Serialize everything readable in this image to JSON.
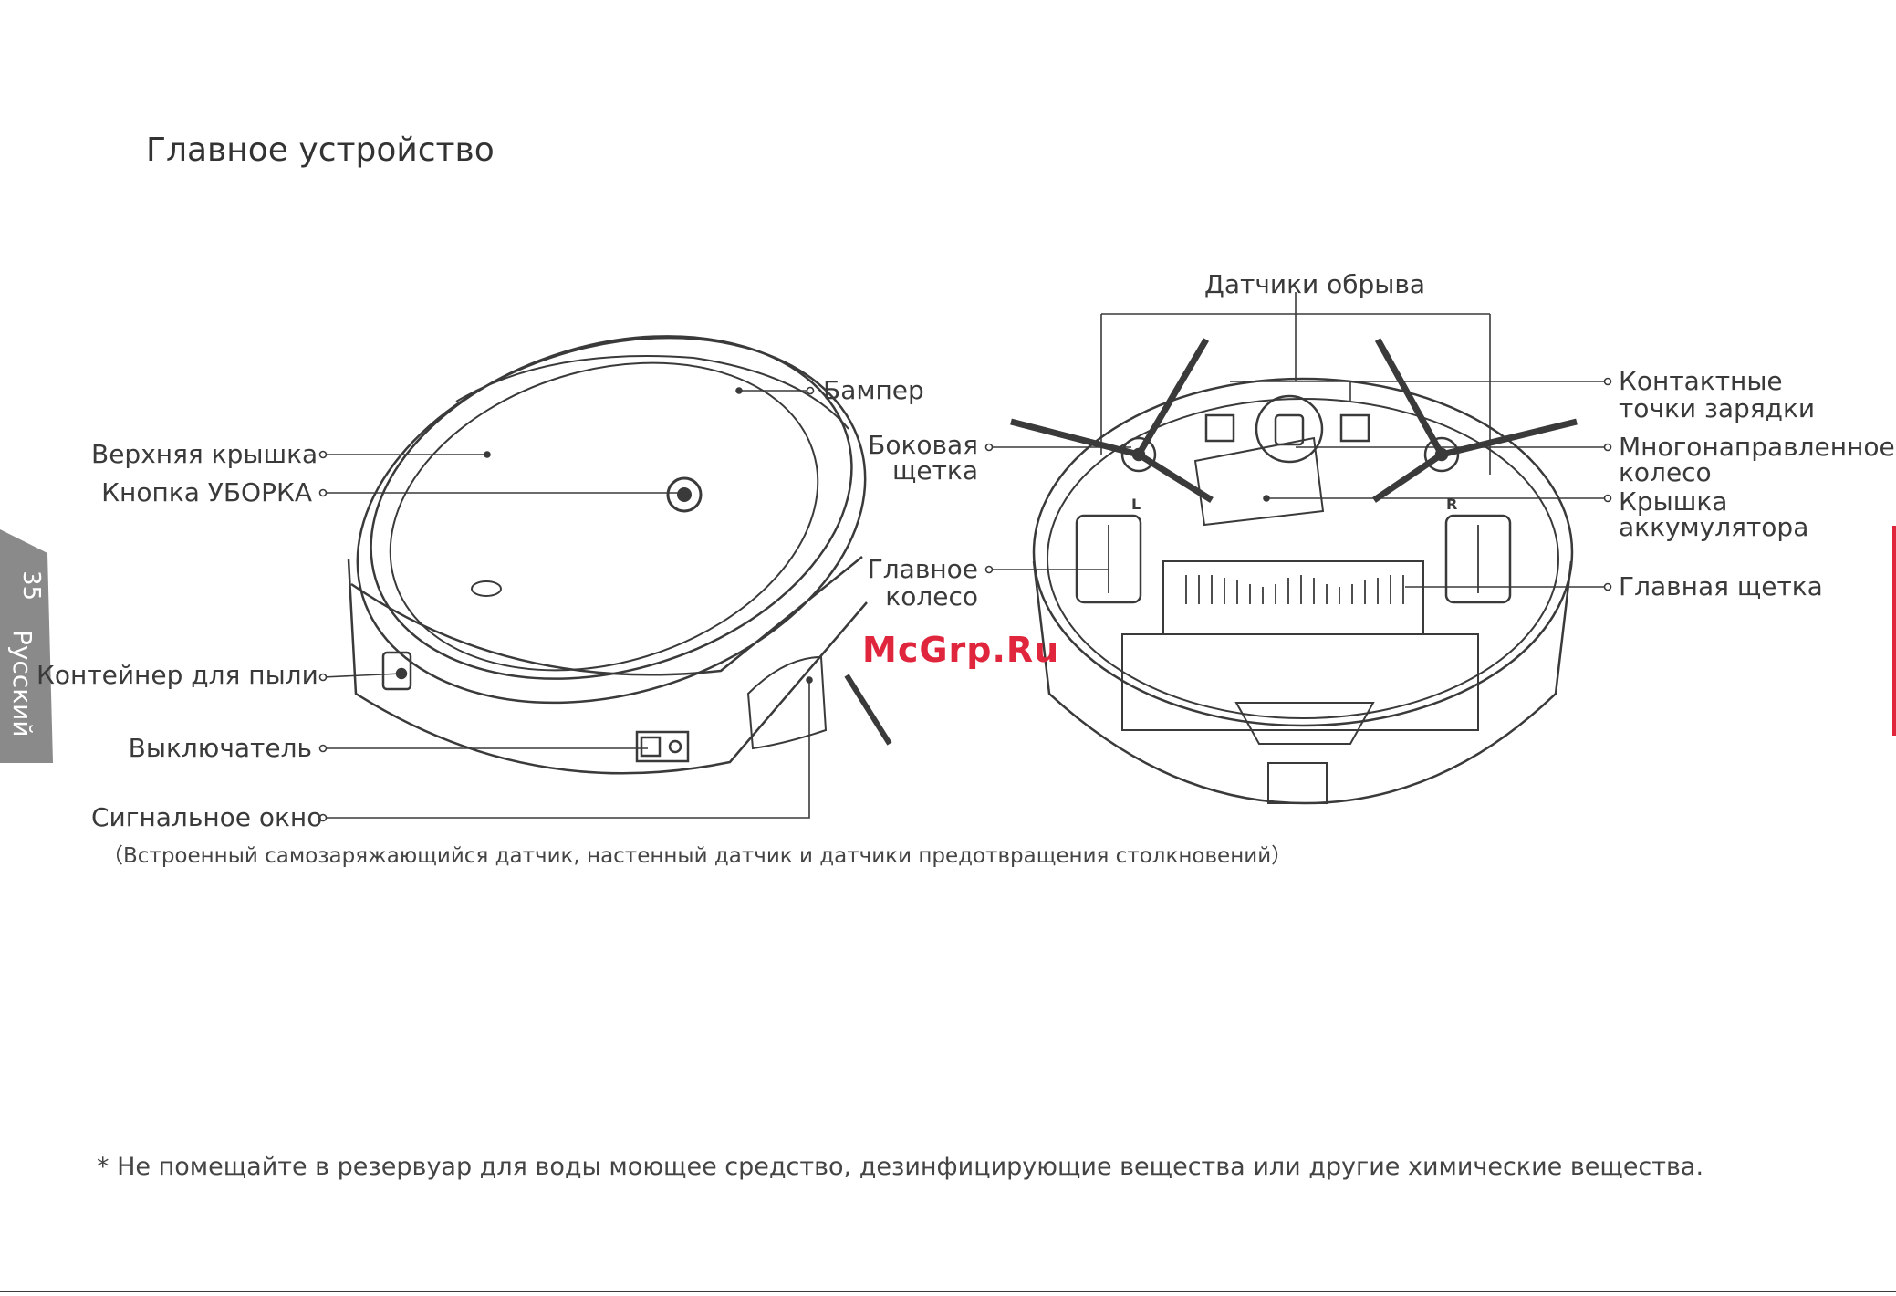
{
  "page_title": "Главное устройство",
  "page_number": "35",
  "language_tab": "Русский",
  "left_labels": {
    "top_cover": "Верхняя крышка",
    "clean_button": "Кнопка УБОРКА",
    "dust_container": "Контейнер для пыли",
    "power_switch": "Выключатель",
    "signal_window": "Сигнальное окно",
    "bumper": "Бампер"
  },
  "signal_note": "（Встроенный самозаряжающийся датчик, настенный датчик и датчики предотвращения столкновений）",
  "right_labels": {
    "cliff_sensors": "Датчики обрыва",
    "side_brush_1": "Боковая",
    "side_brush_2": "щетка",
    "main_wheel_1": "Главное",
    "main_wheel_2": "колесо",
    "charge_contacts_1": "Контактные",
    "charge_contacts_2": "точки зарядки",
    "omni_wheel_1": "Многонаправленное",
    "omni_wheel_2": "колесо",
    "battery_cover_1": "Крышка",
    "battery_cover_2": "аккумулятора",
    "main_brush": "Главная щетка"
  },
  "wheel_marks": {
    "left": "L",
    "right": "R"
  },
  "footnote": "* Не помещайте в резервуар для воды моющее средство, дезинфицирующие вещества или другие химические вещества.",
  "watermark": "McGrp.Ru",
  "colors": {
    "accent": "#e0263d",
    "line": "#3a3a3a",
    "tab": "#8a8a8a"
  }
}
